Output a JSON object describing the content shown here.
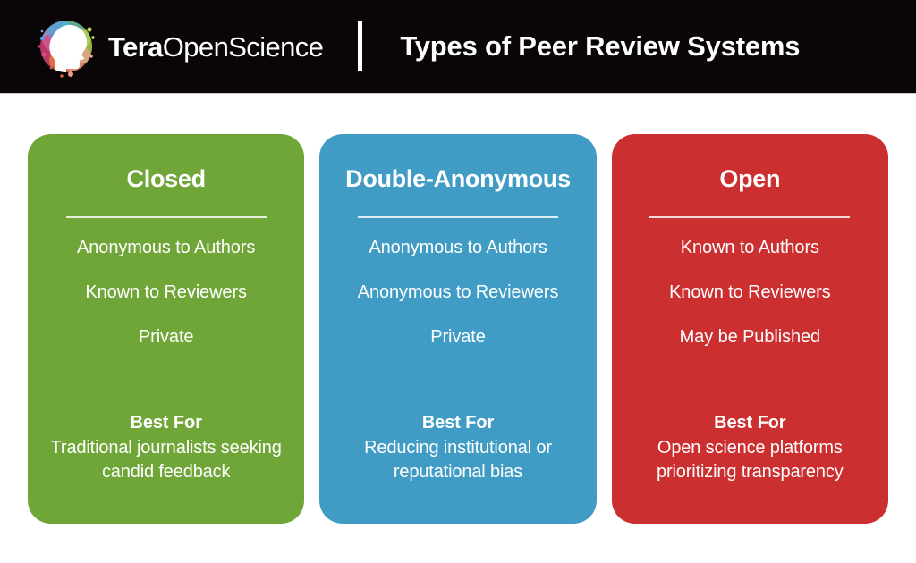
{
  "header": {
    "brand_bold": "Tera",
    "brand_regular": "OpenScience",
    "logo_icon": "brain-network-head-logo-icon",
    "divider_icon": "vertical-rule-icon",
    "title": "Types of Peer Review Systems",
    "background_color": "#0a0506",
    "text_color": "#ffffff"
  },
  "cards": [
    {
      "title": "Closed",
      "color": "#70a537",
      "attributes": [
        "Anonymous to Authors",
        "Known to Reviewers",
        "Private"
      ],
      "best_for_label": "Best For",
      "best_for_text": "Traditional journalists seeking candid feedback"
    },
    {
      "title": "Double-Anonymous",
      "color": "#409cc4",
      "attributes": [
        "Anonymous to Authors",
        "Anonymous to Reviewers",
        "Private"
      ],
      "best_for_label": "Best For",
      "best_for_text": "Reducing institutional or reputational bias"
    },
    {
      "title": "Open",
      "color": "#cc2f2f",
      "attributes": [
        "Known to Authors",
        "Known to Reviewers",
        "May be Published"
      ],
      "best_for_label": "Best For",
      "best_for_text": "Open science platforms prioritizing transparency"
    }
  ],
  "page": {
    "background_color": "#ffffff"
  }
}
